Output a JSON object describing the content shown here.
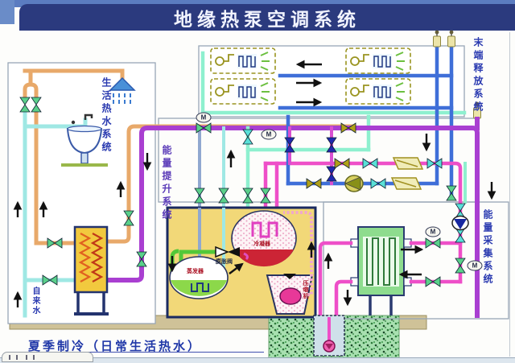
{
  "title": "地缘热泵空调系统",
  "caption": "夏季制冷（日常生活热水）",
  "sections": {
    "domestic_hot_water": {
      "label": "生活热水系统"
    },
    "terminal_release": {
      "label": "末端释放系统"
    },
    "energy_lift": {
      "label": "能量提升系统"
    },
    "energy_collection": {
      "label": "能量采集系统"
    }
  },
  "components": {
    "condenser": "冷凝器",
    "expansion_valve": "膨胀阀",
    "evaporator": "蒸发器",
    "compressor": "压缩机",
    "tap_water": "自来水",
    "motor": "M"
  },
  "colors": {
    "banner": "#2b3a7e",
    "hot_water_pipe": "#e8a96a",
    "cold_water_pipe": "#9fe8e4",
    "purple_pipe": "#a93fd1",
    "pink_pipe": "#ee4fc8",
    "blue_pipe": "#3f6fd8",
    "mint_pipe": "#8ef0cf",
    "refrigerant_green": "#52c838",
    "valve_green": "#5ad08a",
    "valve_navy": "#2028b0",
    "valve_olive": "#b0a018",
    "valve_cyan": "#5ae0d8",
    "heat_pump_box": "#f2d878",
    "tank_yellow": "#f2c93e",
    "heat_exchanger_green": "#8edc8e"
  }
}
